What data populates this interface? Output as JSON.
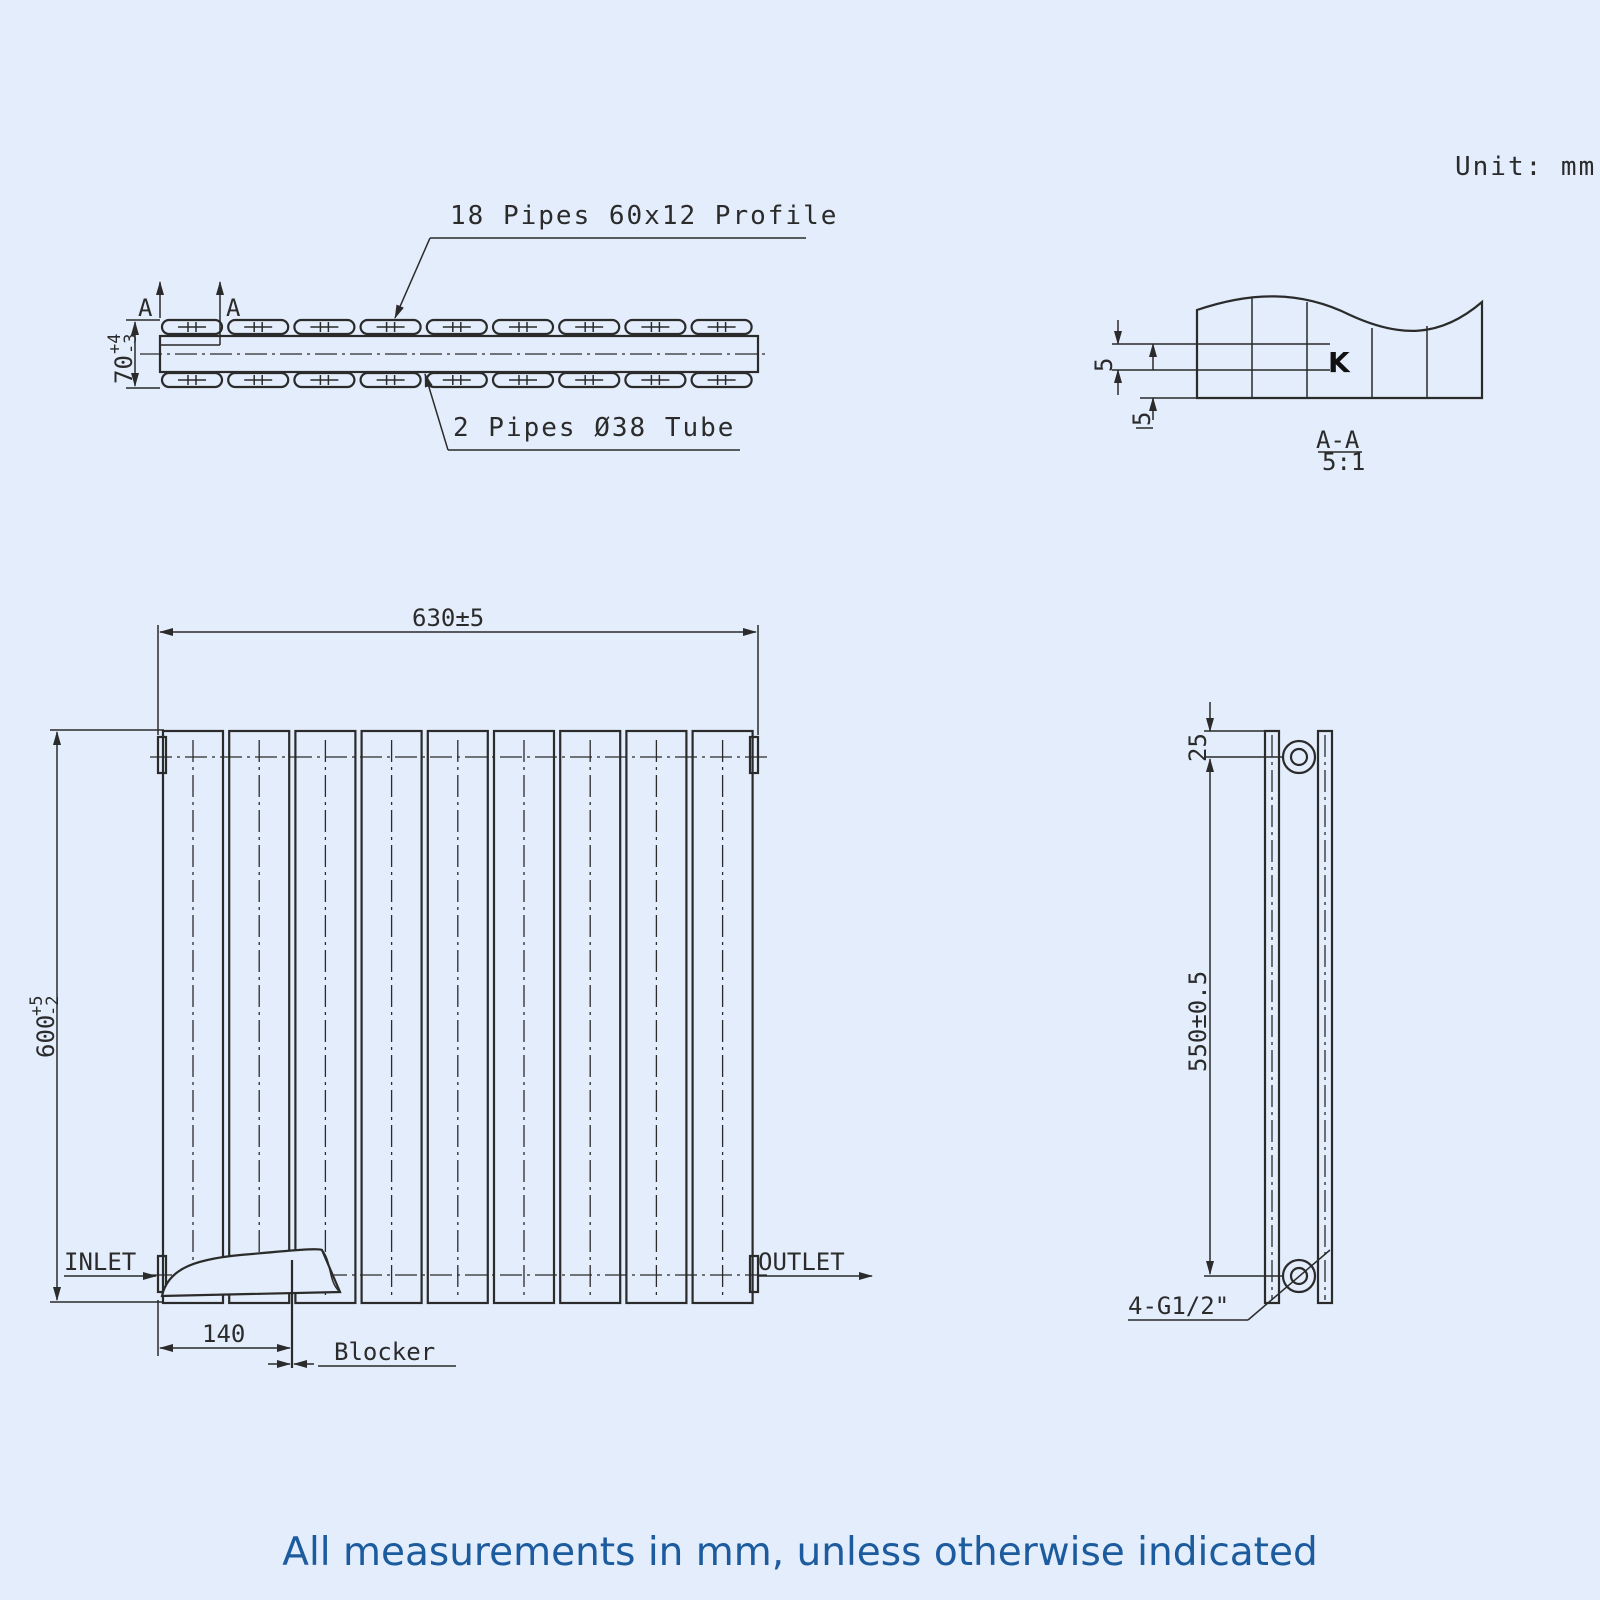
{
  "unit_note": "Unit: mm",
  "top_view": {
    "section_mark": "A",
    "label_profile": "18 Pipes 60x12 Profile",
    "label_tube": "2 Pipes Ø38 Tube",
    "depth_nominal": "70",
    "depth_plus": "+4",
    "depth_minus": "-3"
  },
  "section_view": {
    "dim_1": "5",
    "dim_2": "5",
    "marker": "K",
    "title": "A-A",
    "scale": "5:1"
  },
  "front_view": {
    "width": "630±5",
    "height_nominal": "600",
    "height_plus": "+5",
    "height_minus": "-2",
    "inlet": "INLET",
    "outlet": "OUTLET",
    "offset": "140",
    "blocker": "Blocker"
  },
  "side_view": {
    "top_offset": "25",
    "centres": "550±0.5",
    "connections": "4-G1/2\""
  },
  "footer": "All measurements in mm, unless otherwise indicated"
}
